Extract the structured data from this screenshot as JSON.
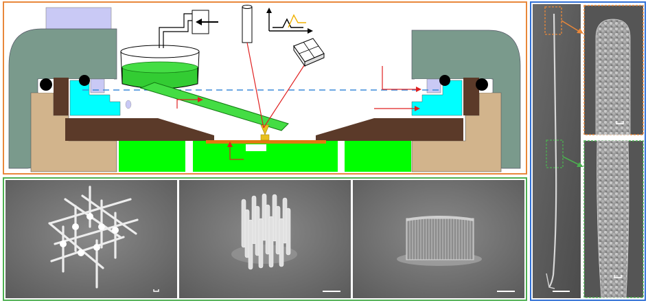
{
  "figure": {
    "panels": {
      "schematic": {
        "border_color": "#e8873a"
      },
      "sem_row": {
        "border_color": "#4caf50"
      },
      "wire": {
        "border_color": "#2f6fd6"
      },
      "zoom_tip": {
        "border_color": "#e8873a"
      },
      "zoom_mid": {
        "border_color": "#4caf50"
      }
    },
    "icons": {
      "pressure_arrow": "arrow-left-icon",
      "laser": "laser-beam-icon",
      "photodiode": "quad-photodiode-icon",
      "signal": "pulse-signal-icon"
    },
    "colors": {
      "clamp": "#7a9a8c",
      "frame": "#d2b48c",
      "holder": "#5b3a29",
      "glass": "#00ff00",
      "fluid": "#33cc33",
      "chamber": "#00ffff",
      "lid": "#c9c9f5",
      "substrate": "#e07a10",
      "flow_line": "#e02020",
      "dashed_line": "#3a8ad8"
    },
    "sem_images": [
      {
        "name": "lattice",
        "scale_bar": ""
      },
      {
        "name": "pillar-array",
        "scale_bar": ""
      },
      {
        "name": "block",
        "scale_bar": ""
      }
    ]
  }
}
